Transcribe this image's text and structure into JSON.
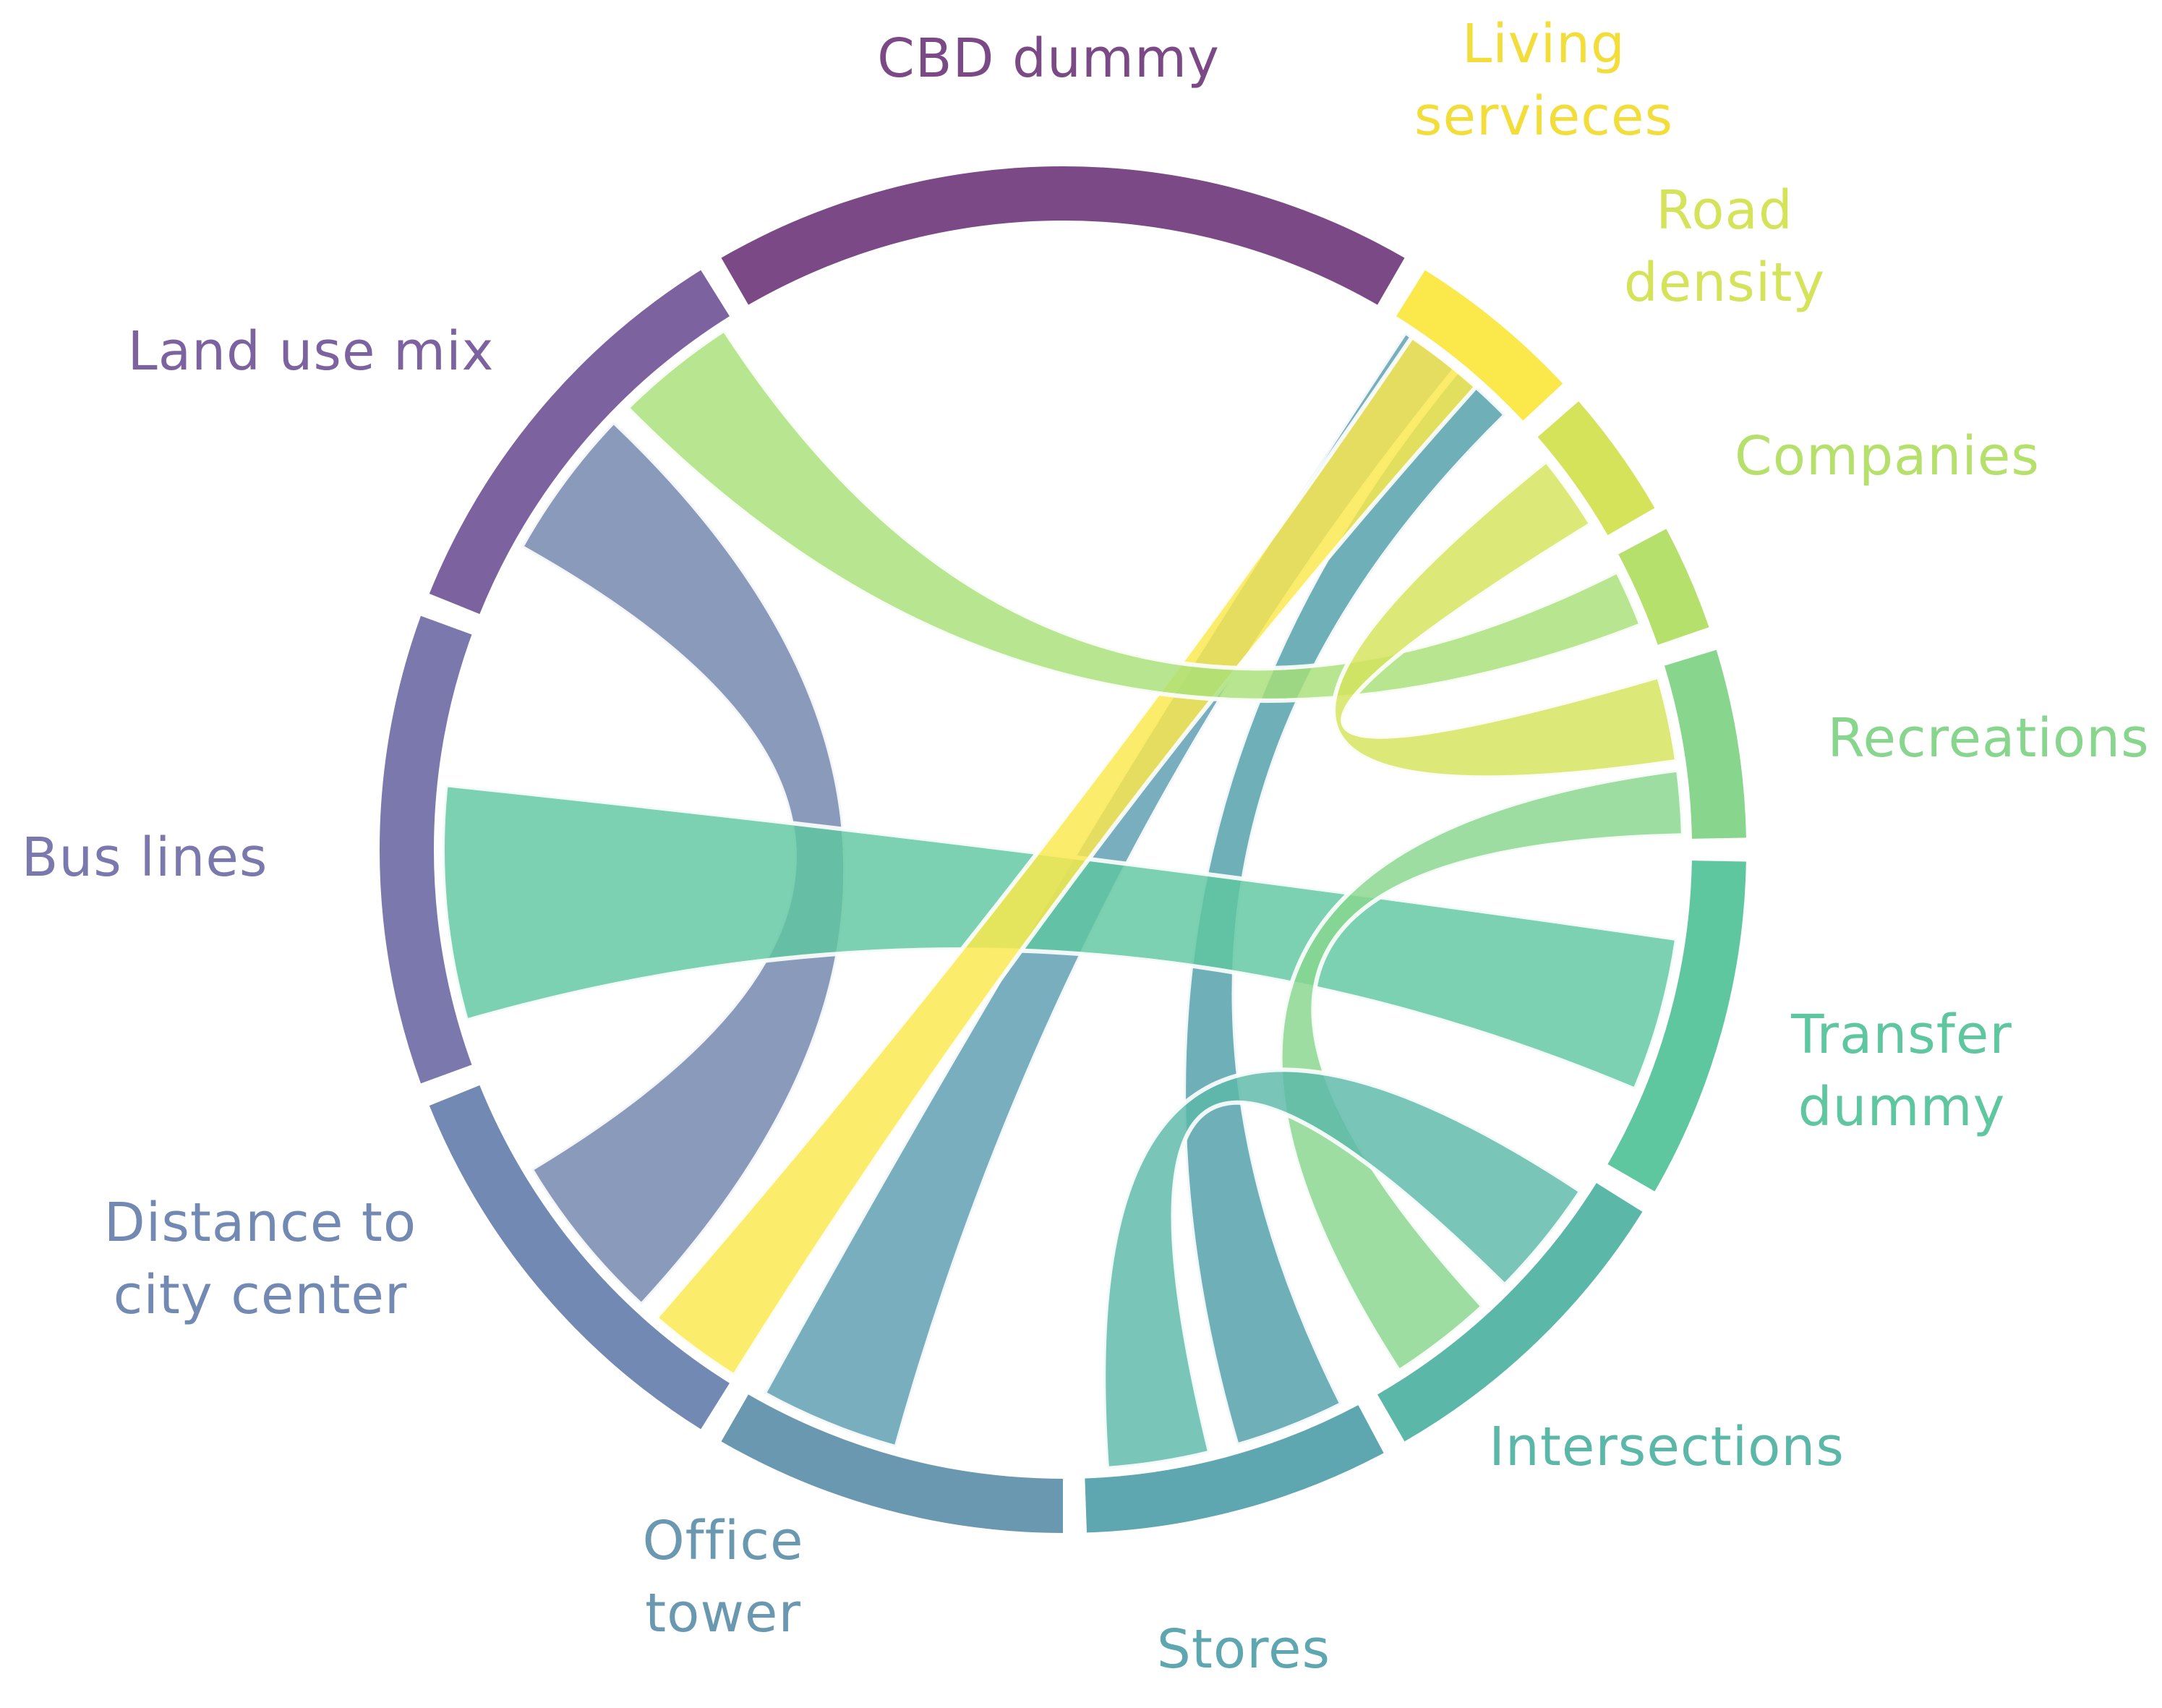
{
  "chart_data": {
    "type": "chord",
    "segments": [
      {
        "label": [
          "CBD dummy"
        ],
        "color": "#7b4a86"
      },
      {
        "label": [
          "Living",
          "servieces"
        ],
        "color": "#fbe84a"
      },
      {
        "label": [
          "Road",
          "density"
        ],
        "color": "#d4e35a"
      },
      {
        "label": [
          "Companies"
        ],
        "color": "#b6e06c"
      },
      {
        "label": [
          "Recreations"
        ],
        "color": "#88d68e"
      },
      {
        "label": [
          "Transfer",
          "dummy"
        ],
        "color": "#5ec7a0"
      },
      {
        "label": [
          "Intersections"
        ],
        "color": "#5bb8a8"
      },
      {
        "label": [
          "Stores"
        ],
        "color": "#5fa7b0"
      },
      {
        "label": [
          "Office",
          "tower"
        ],
        "color": "#6a98b0"
      },
      {
        "label": [
          "Distance to",
          "city center"
        ],
        "color": "#7289b4"
      },
      {
        "label": [
          "Bus lines"
        ],
        "color": "#7a78ac"
      },
      {
        "label": [
          "Land use mix"
        ],
        "color": "#7d62a0"
      }
    ],
    "links": [
      {
        "from": "CBD dummy",
        "to": "Office tower",
        "color": "#5a9cae"
      },
      {
        "from": "CBD dummy",
        "to": "Stores",
        "color": "#4f9fa8"
      },
      {
        "from": "Land use mix",
        "to": "Distance to city center",
        "color": "#6f84ac"
      },
      {
        "from": "Bus lines",
        "to": "Transfer dummy",
        "color": "#5ec7a0"
      },
      {
        "from": "Living servieces",
        "to": "Distance to city center",
        "color": "#fbe84a"
      },
      {
        "from": "Land use mix",
        "to": "Companies",
        "color": "#a8df78"
      },
      {
        "from": "Road density",
        "to": "Recreations",
        "color": "#d4e35a"
      },
      {
        "from": "Recreations",
        "to": "Intersections",
        "color": "#88d68e"
      },
      {
        "from": "Intersections",
        "to": "Stores",
        "color": "#5bb8a8"
      }
    ]
  }
}
